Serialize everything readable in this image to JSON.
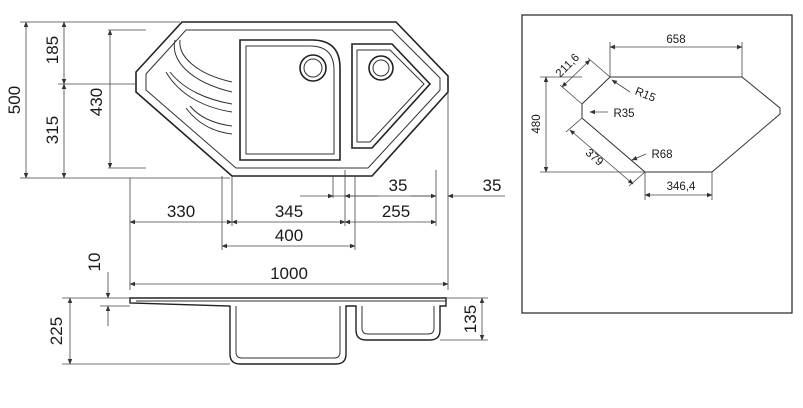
{
  "drawing": {
    "top_view": {
      "dim_total_height": "500",
      "dim_upper": "185",
      "dim_lower": "315",
      "dim_bowl_height": "430"
    },
    "horizontal_dims": {
      "d330": "330",
      "d345": "345",
      "d400": "400",
      "d35a": "35",
      "d35b": "35",
      "d255": "255",
      "d1000": "1000"
    },
    "side_view": {
      "dim_rim": "10",
      "dim_depth_main": "225",
      "dim_depth_small": "135"
    },
    "cutout_panel": {
      "width": "658",
      "side_diag": "211,6",
      "height": "480",
      "lower_diag": "379",
      "bottom": "346,4",
      "r15": "R15",
      "r35": "R35",
      "r68": "R68"
    }
  }
}
